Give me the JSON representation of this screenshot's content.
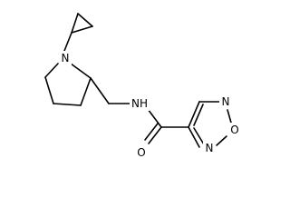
{
  "molecule": {
    "atoms": {
      "pyrrolidine_n": "N",
      "amide_n": "NH",
      "amide_o": "O",
      "furazan_n1": "N",
      "furazan_o": "O",
      "furazan_n2": "N"
    }
  }
}
